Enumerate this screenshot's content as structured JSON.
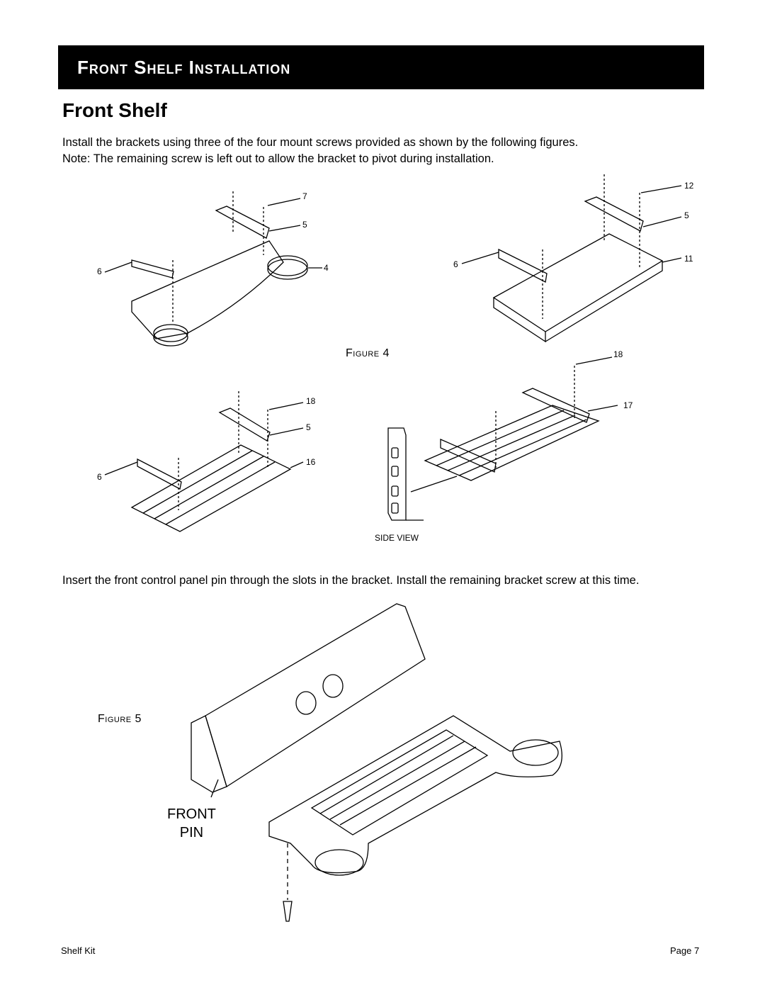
{
  "header": {
    "banner_title": "Front Shelf Installation"
  },
  "section": {
    "title": "Front Shelf"
  },
  "paragraphs": {
    "intro_line1": "Install the brackets using three of the four mount screws provided as shown by the following figures.",
    "intro_line2": "Note:  The remaining screw is left out to allow the bracket to pivot during installation.",
    "insert_text": "Insert the front control panel pin through the slots in the bracket.  Install the remaining bracket screw at this time."
  },
  "figure4": {
    "label": "Figure 4",
    "callouts_a": {
      "c7": "7",
      "c5": "5",
      "c6": "6",
      "c4": "4"
    },
    "callouts_b": {
      "c12": "12",
      "c5": "5",
      "c6": "6",
      "c11": "11"
    },
    "callouts_c": {
      "c18": "18",
      "c5": "5",
      "c6": "6",
      "c16": "16"
    },
    "callouts_d": {
      "c18": "18",
      "c17": "17"
    },
    "side_view": "SIDE VIEW"
  },
  "figure5": {
    "label": "Figure 5",
    "pin_line1": "FRONT",
    "pin_line2": "PIN"
  },
  "footer": {
    "left": "Shelf Kit",
    "right": "Page 7"
  }
}
